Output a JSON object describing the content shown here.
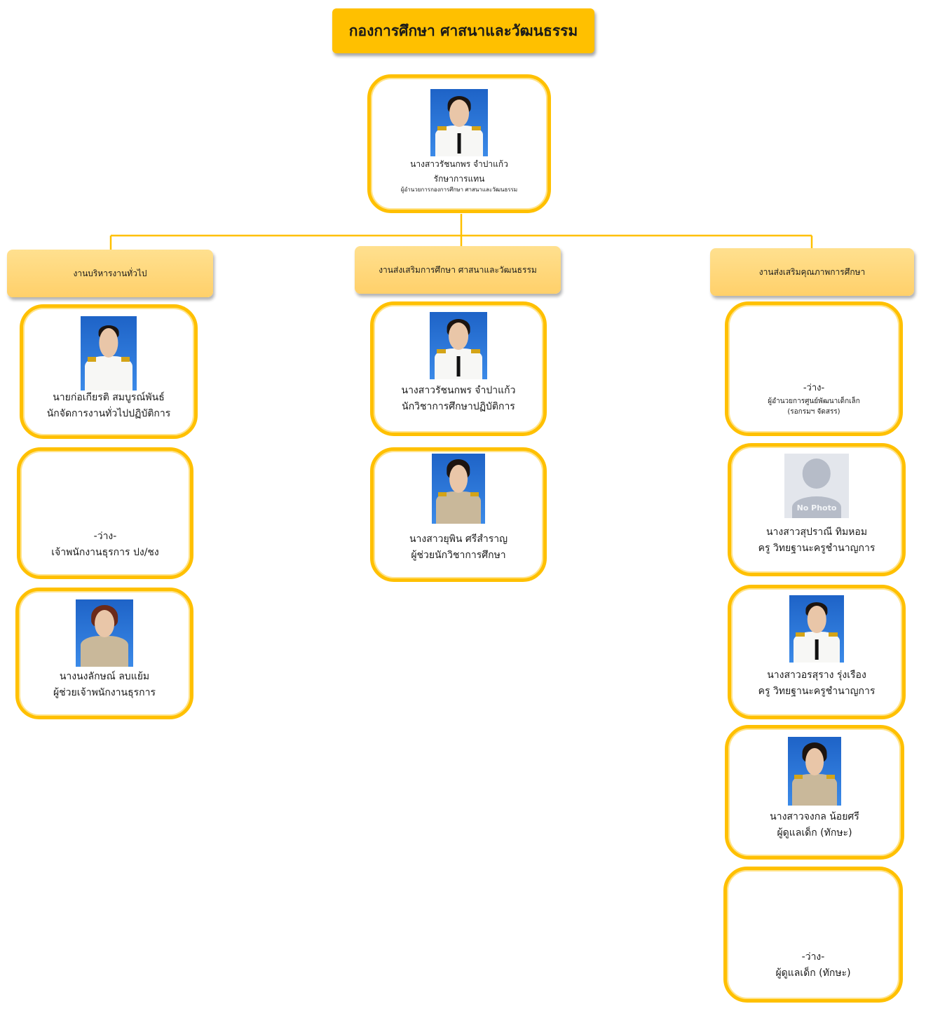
{
  "title": "กองการศึกษา ศาสนาและวัฒนธรรม",
  "director": {
    "name": "นางสาวรัชนกพร  จำปาแก้ว",
    "role": "รักษาการแทน",
    "subrole": "ผู้อำนวยการกองการศึกษา ศาสนาและวัฒนธรรม"
  },
  "divisions": {
    "general": {
      "header": "งานบริหารงานทั่วไป",
      "staff": [
        {
          "name": "นายก่อเกียรติ สมบูรณ์พันธ์",
          "role": "นักจัดการงานทั่วไปปฏิบัติการ"
        },
        {
          "name": "-ว่าง-",
          "role": "เจ้าพนักงานธุรการ ปง/ชง"
        },
        {
          "name": "นางนงลักษณ์  ลบแย้ม",
          "role": "ผู้ช่วยเจ้าพนักงานธุรการ"
        }
      ]
    },
    "religion": {
      "header": "งานส่งเสริมการศึกษา ศาสนาและวัฒนธรรม",
      "staff": [
        {
          "name": "นางสาวรัชนกพร  จำปาแก้ว",
          "role": "นักวิชาการศึกษาปฏิบัติการ"
        },
        {
          "name": "นางสาวยุพิน  ศรีสำราญ",
          "role": "ผู้ช่วยนักวิชาการศึกษา"
        }
      ]
    },
    "quality": {
      "header": "งานส่งเสริมคุณภาพการศึกษา",
      "staff": [
        {
          "name": "-ว่าง-",
          "role": "ผู้อำนวยการศูนย์พัฒนาเด็กเล็ก",
          "note": "(รอกรมฯ จัดสรร)"
        },
        {
          "name": "นางสาวสุปราณี  ทิมหอม",
          "role": "ครู วิทยฐานะครูชำนาญการ",
          "photo_text": "No Photo"
        },
        {
          "name": "นางสาวอรสุราง  รุ่งเรือง",
          "role": "ครู วิทยฐานะครูชำนาญการ"
        },
        {
          "name": "นางสาวจงกล  น้อยศรี",
          "role": "ผู้ดูแลเด็ก (ทักษะ)"
        },
        {
          "name": "-ว่าง-",
          "role": "ผู้ดูแลเด็ก (ทักษะ)"
        }
      ]
    }
  },
  "colors": {
    "accent": "#ffc000",
    "header": "#ffd67a",
    "line": "#ffc000"
  }
}
